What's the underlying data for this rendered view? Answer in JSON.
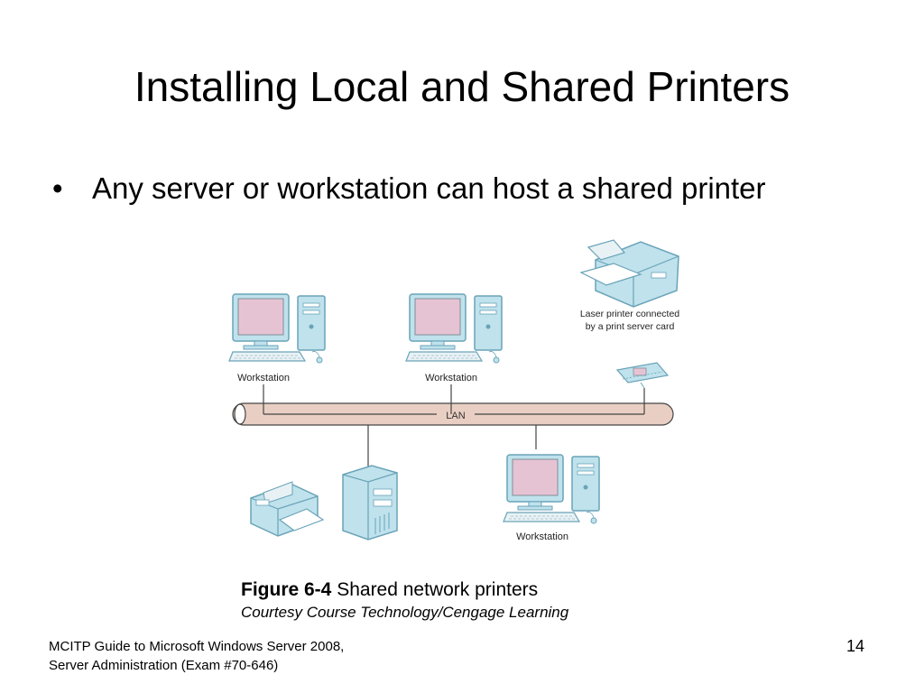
{
  "slide": {
    "title": "Installing Local and Shared Printers",
    "bullet": "Any server or workstation can host a shared printer"
  },
  "diagram": {
    "labels": {
      "workstation_1": "Workstation",
      "workstation_2": "Workstation",
      "workstation_3": "Workstation",
      "lan": "LAN",
      "laser_printer_line1": "Laser printer connected",
      "laser_printer_line2": "by a print server card"
    },
    "colors": {
      "device_blue": "#bfe2ec",
      "device_outline": "#6aa3b8",
      "screen_pink": "#e6c3d3",
      "lan_cable": "#e9cfc3",
      "line": "#444444"
    },
    "icons": [
      "workstation-icon",
      "server-tower-icon",
      "desktop-printer-icon",
      "laser-printer-icon",
      "print-server-card-icon"
    ]
  },
  "caption": {
    "figure_number": "Figure 6-4",
    "figure_text": "Shared network printers",
    "credit": "Courtesy Course Technology/Cengage Learning"
  },
  "footer": {
    "line1": "MCITP Guide to Microsoft Windows Server 2008,",
    "line2": "Server Administration (Exam #70-646)",
    "page_number": "14"
  }
}
